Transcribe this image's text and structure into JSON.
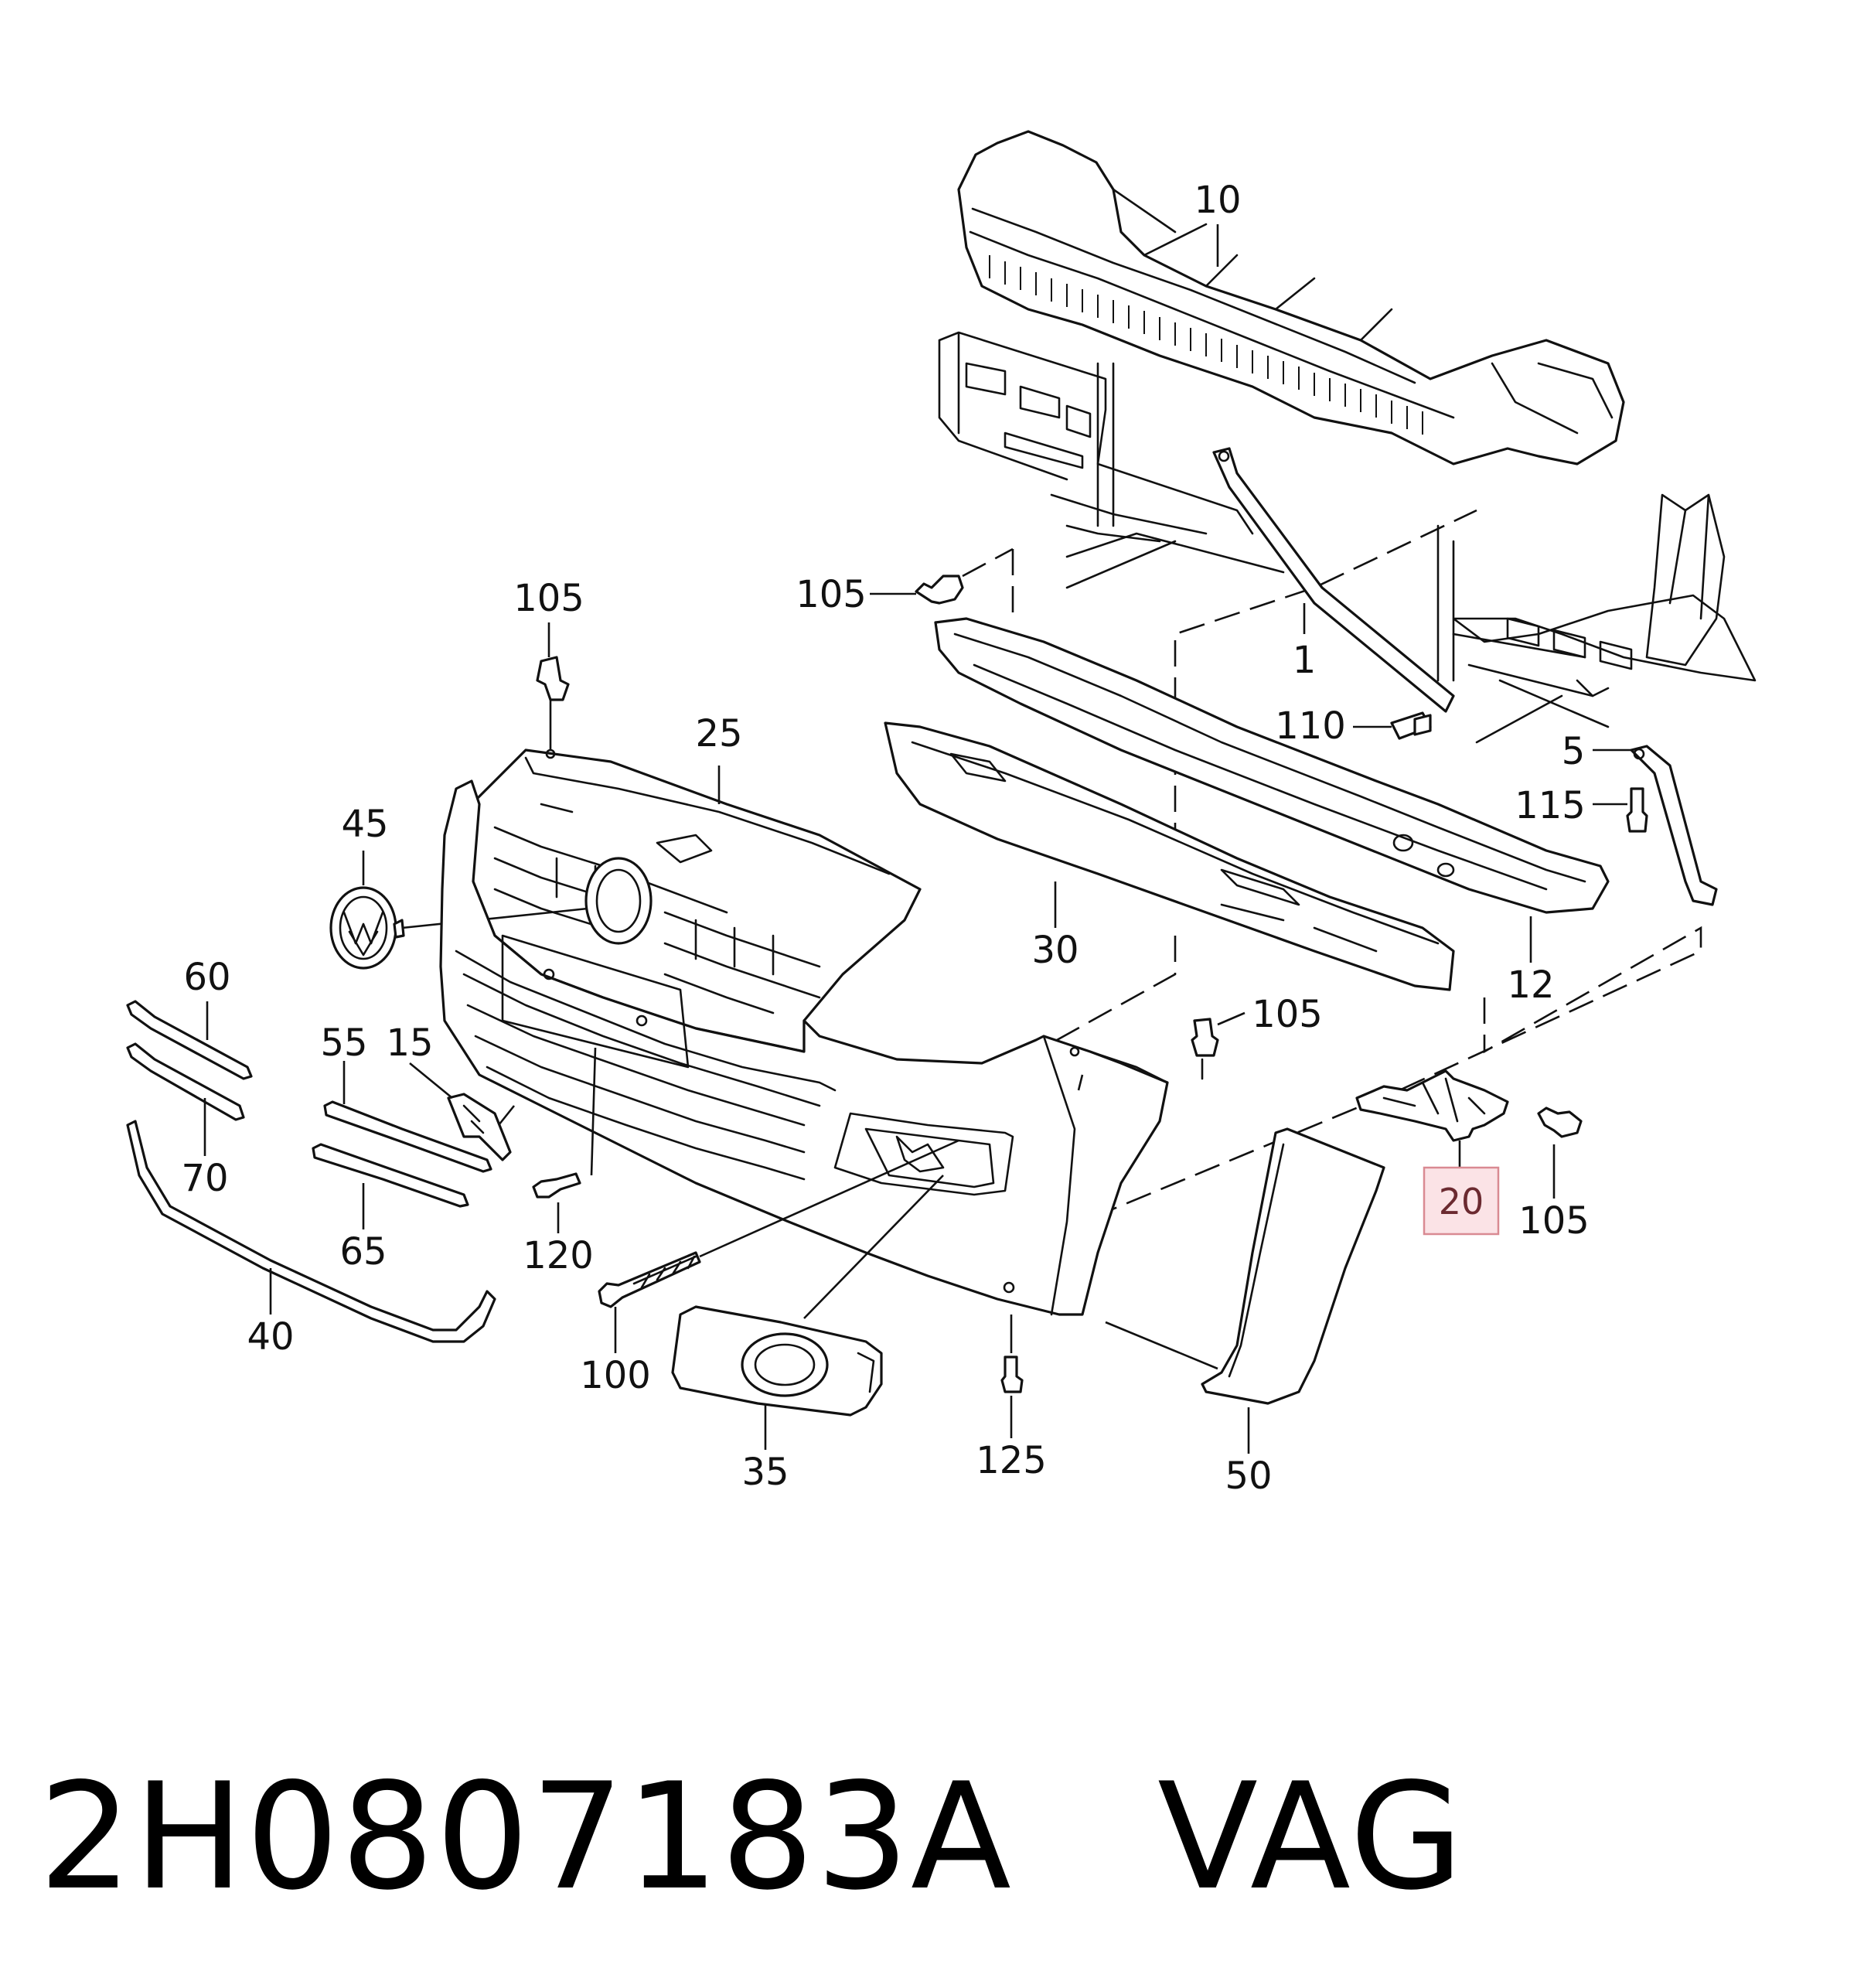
{
  "footer": {
    "part_number": "2H0807183A",
    "brand": "VAG"
  },
  "callouts": {
    "c1": "1",
    "c5": "5",
    "c10": "10",
    "c12": "12",
    "c15": "15",
    "c20": "20",
    "c25": "25",
    "c30": "30",
    "c35": "35",
    "c40": "40",
    "c45": "45",
    "c50": "50",
    "c55": "55",
    "c60": "60",
    "c65": "65",
    "c70": "70",
    "c100": "100",
    "c105a": "105",
    "c105b": "105",
    "c105c": "105",
    "c105d": "105",
    "c110": "110",
    "c115": "115",
    "c120": "120",
    "c125": "125"
  },
  "highlight": {
    "color": "#fbe3e6",
    "border_color": "#d98a92"
  }
}
